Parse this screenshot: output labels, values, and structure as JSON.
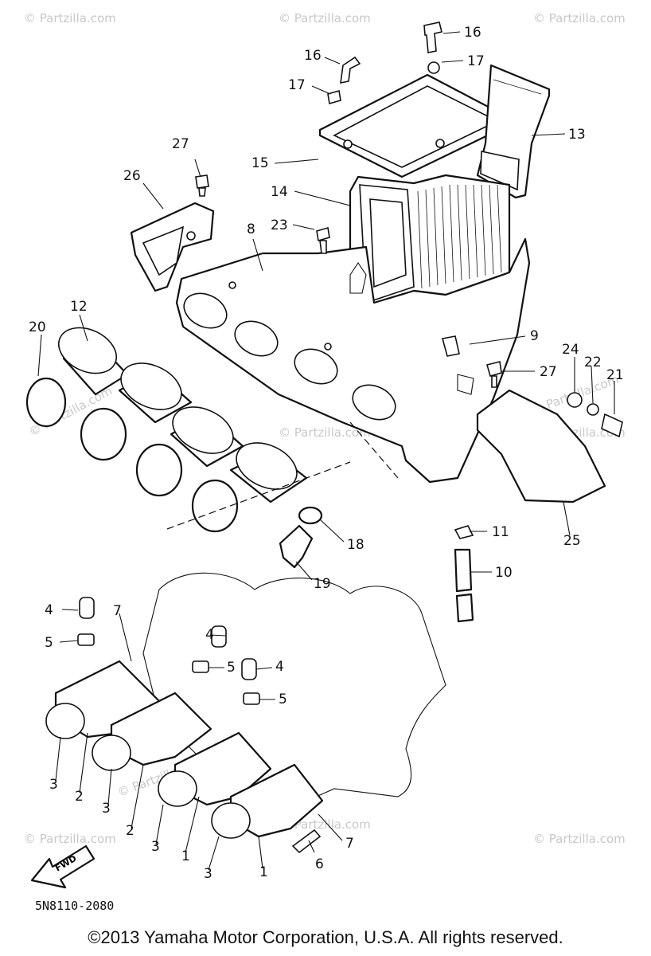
{
  "diagram": {
    "reference_code": "5N8110-2080",
    "copyright": "©2013 Yamaha Motor Corporation, U.S.A. All rights reserved.",
    "watermark": "© Partzilla.com",
    "fwd_label": "FWD",
    "callouts": [
      "16",
      "17",
      "16",
      "17",
      "13",
      "27",
      "15",
      "26",
      "14",
      "23",
      "8",
      "12",
      "20",
      "9",
      "24",
      "22",
      "21",
      "27",
      "25",
      "18",
      "11",
      "10",
      "19",
      "4",
      "7",
      "5",
      "4",
      "5",
      "4",
      "5",
      "3",
      "2",
      "3",
      "2",
      "3",
      "1",
      "6",
      "3",
      "1",
      "7"
    ]
  }
}
